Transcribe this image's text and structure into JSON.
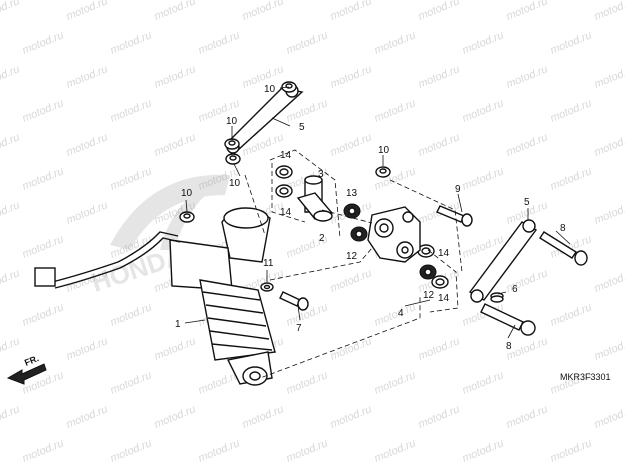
{
  "diagram_code": "MKR3F3301",
  "direction_label": "FR.",
  "watermark_text": "motod.ru",
  "callouts": [
    "1",
    "2",
    "3",
    "4",
    "5",
    "6",
    "7",
    "8",
    "9",
    "10",
    "11",
    "12",
    "13",
    "14"
  ],
  "colors": {
    "ink": "#111111",
    "watermark": "#d8d8d8",
    "background": "#ffffff"
  }
}
